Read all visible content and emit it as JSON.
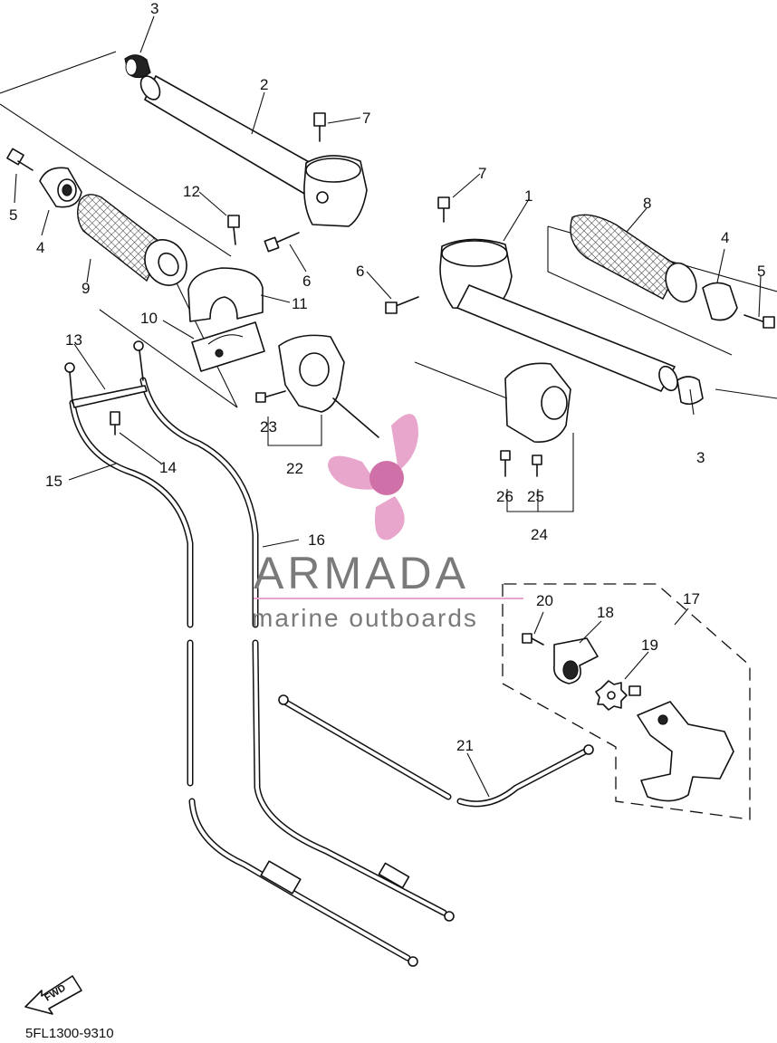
{
  "diagram": {
    "code": "5FL1300-9310",
    "fwd_label": "FWD",
    "part_numbers": [
      "1",
      "2",
      "3",
      "3",
      "4",
      "4",
      "5",
      "5",
      "6",
      "6",
      "7",
      "7",
      "8",
      "9",
      "10",
      "11",
      "12",
      "13",
      "14",
      "15",
      "16",
      "17",
      "18",
      "19",
      "20",
      "21",
      "22",
      "23",
      "24",
      "25",
      "26"
    ]
  },
  "watermark": {
    "title": "ARMADA",
    "subtitle": "marine outboards",
    "colors": {
      "logo": "#e8a6cc",
      "logo_dark": "#d070a8",
      "text": "#7a7a7a"
    }
  }
}
